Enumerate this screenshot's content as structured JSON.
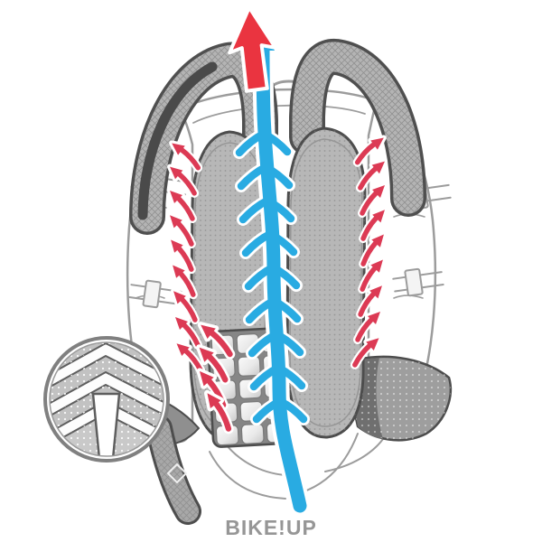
{
  "watermark": "BIKE!UP",
  "colors": {
    "airflow_blue": "#29abe2",
    "heat_red": "#dc3a54",
    "exit_red": "#ea3440",
    "pad_gray": "#b7b7b7",
    "outline_gray": "#4d4d4d",
    "lineart_gray": "#9c9c9c",
    "watermark_gray": "#969696"
  },
  "diagram": {
    "type": "illustration",
    "subject": "backpack back-panel ventilation airflow"
  }
}
